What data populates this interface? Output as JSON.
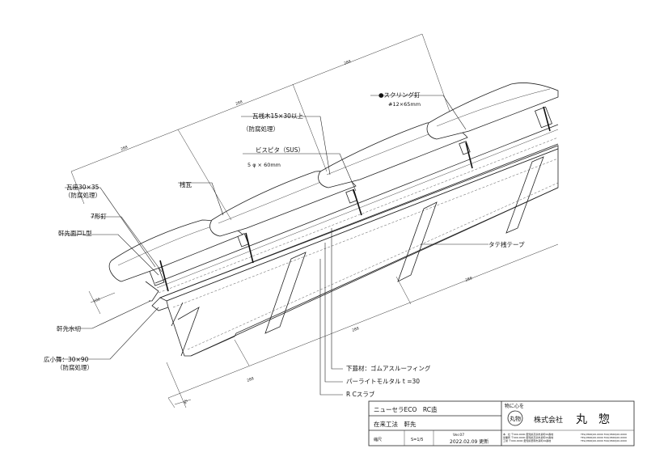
{
  "labels": {
    "screw_ring_nail": "●スクリング釘",
    "screw_ring_nail_size": "#12×65mm",
    "batten_15x30": "瓦桟木15×30以上",
    "batten_15x30_treatment": "（防腐処理）",
    "bispita": "ビスピタ（SUS）",
    "bispita_size": "5 φ × 60mm",
    "keraba_kawara": "桟瓦",
    "batten_30x35": "瓦座30×35",
    "batten_30x35_treatment": "（防腐処理）",
    "nail_7": "7形釘",
    "eave_face_tile": "軒先面戸L型",
    "vertical_tape": "タテ桟テープ",
    "eave_flashing": "軒先水切",
    "eave_board": "広小舞：30×90",
    "eave_board_treatment": "（防腐処理）",
    "underlay": "下葺材：ゴムアスルーフィング",
    "perlite_mortar": "パーライトモルタル t =30",
    "rc_slab": "R Cスラブ"
  },
  "dimensions": {
    "top_1": "288",
    "top_2": "288",
    "top_3": "288",
    "lower_1": "288",
    "lower_2": "288",
    "lower_3": "288",
    "end": "45",
    "eave": "100"
  },
  "title_block": {
    "product": "ニューセラECO　RC造",
    "method": "在来工法　軒先",
    "scale_label": "縮尺",
    "scale_value": "S=1/5",
    "version": "Ver.07",
    "date": "2022.02.09 更新",
    "company_tagline": "物に心を",
    "company_seal": "丸物",
    "company_prefix": "株式会社",
    "company_name": "丸　惣",
    "address_lines": [
      "本　社 〒000-0000 愛知県高浜市某町00番地",
      "営業所 〒000-0000 愛知県高浜市某町00番地",
      "工場 〒000-0000 愛知県碧南市某町00番地"
    ],
    "phone_lines": [
      "TEL(0566)00-0000 FAX(0566)00-0000",
      "TEL(0566)00-0000 FAX(0566)00-0000",
      "TEL(0566)00-0000 FAX(0566)00-0000"
    ]
  }
}
